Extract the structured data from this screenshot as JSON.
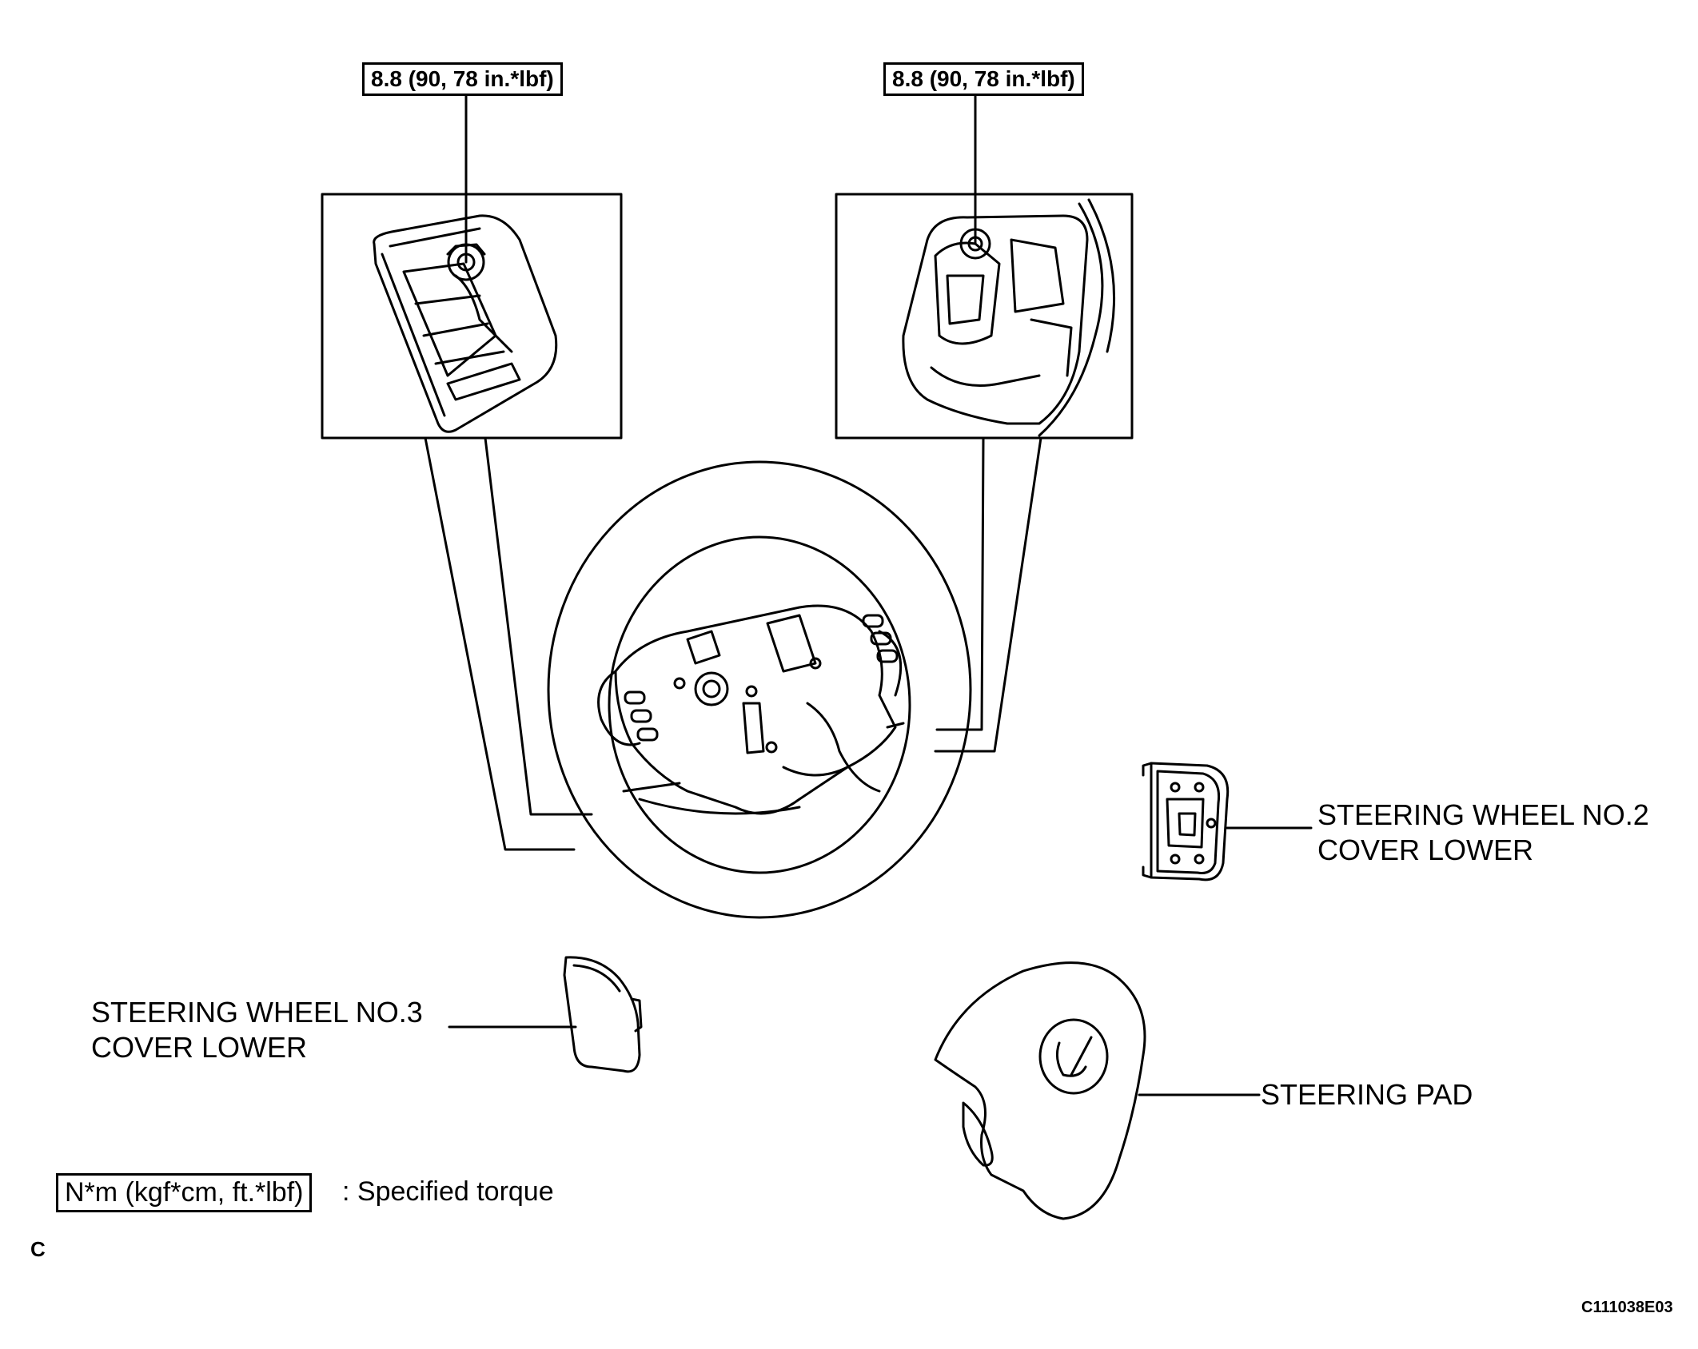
{
  "torque_labels": {
    "left": "8.8 (90, 78 in.*lbf)",
    "right": "8.8 (90, 78 in.*lbf)"
  },
  "parts": {
    "cover_no2_line1": "STEERING WHEEL NO.2",
    "cover_no2_line2": "COVER LOWER",
    "cover_no3_line1": "STEERING WHEEL NO.3",
    "cover_no3_line2": "COVER LOWER",
    "steering_pad": "STEERING PAD"
  },
  "legend": {
    "box": "N*m (kgf*cm, ft.*lbf)",
    "text": ": Specified torque"
  },
  "page_letter": "C",
  "figure_code": "C111038E03"
}
